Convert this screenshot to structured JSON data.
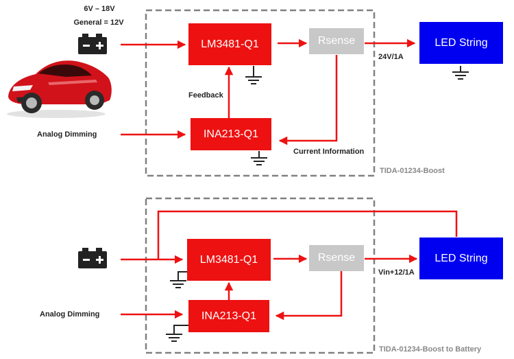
{
  "colors": {
    "red": "#ee1111",
    "gray": "#c8c8c8",
    "blue": "#0000f0",
    "wire": "#ee1111",
    "dash": "#7f7f7f"
  },
  "top": {
    "supply": "6V – 18V",
    "supply_general": "General = 12V",
    "controller": "LM3481-Q1",
    "sense": "Rsense",
    "led": "LED String",
    "output": "24V/1A",
    "amp": "INA213-Q1",
    "feedback": "Feedback",
    "current_info": "Current Information",
    "dimming": "Analog Dimming",
    "caption": "TIDA-01234-Boost",
    "icons": [
      "battery-icon",
      "car-image",
      "ground-icon"
    ]
  },
  "bottom": {
    "controller": "LM3481-Q1",
    "sense": "Rsense",
    "led": "LED String",
    "output": "Vin+12/1A",
    "amp": "INA213-Q1",
    "dimming": "Analog Dimming",
    "caption": "TIDA-01234-Boost to Battery",
    "icons": [
      "battery-icon",
      "ground-icon"
    ]
  }
}
